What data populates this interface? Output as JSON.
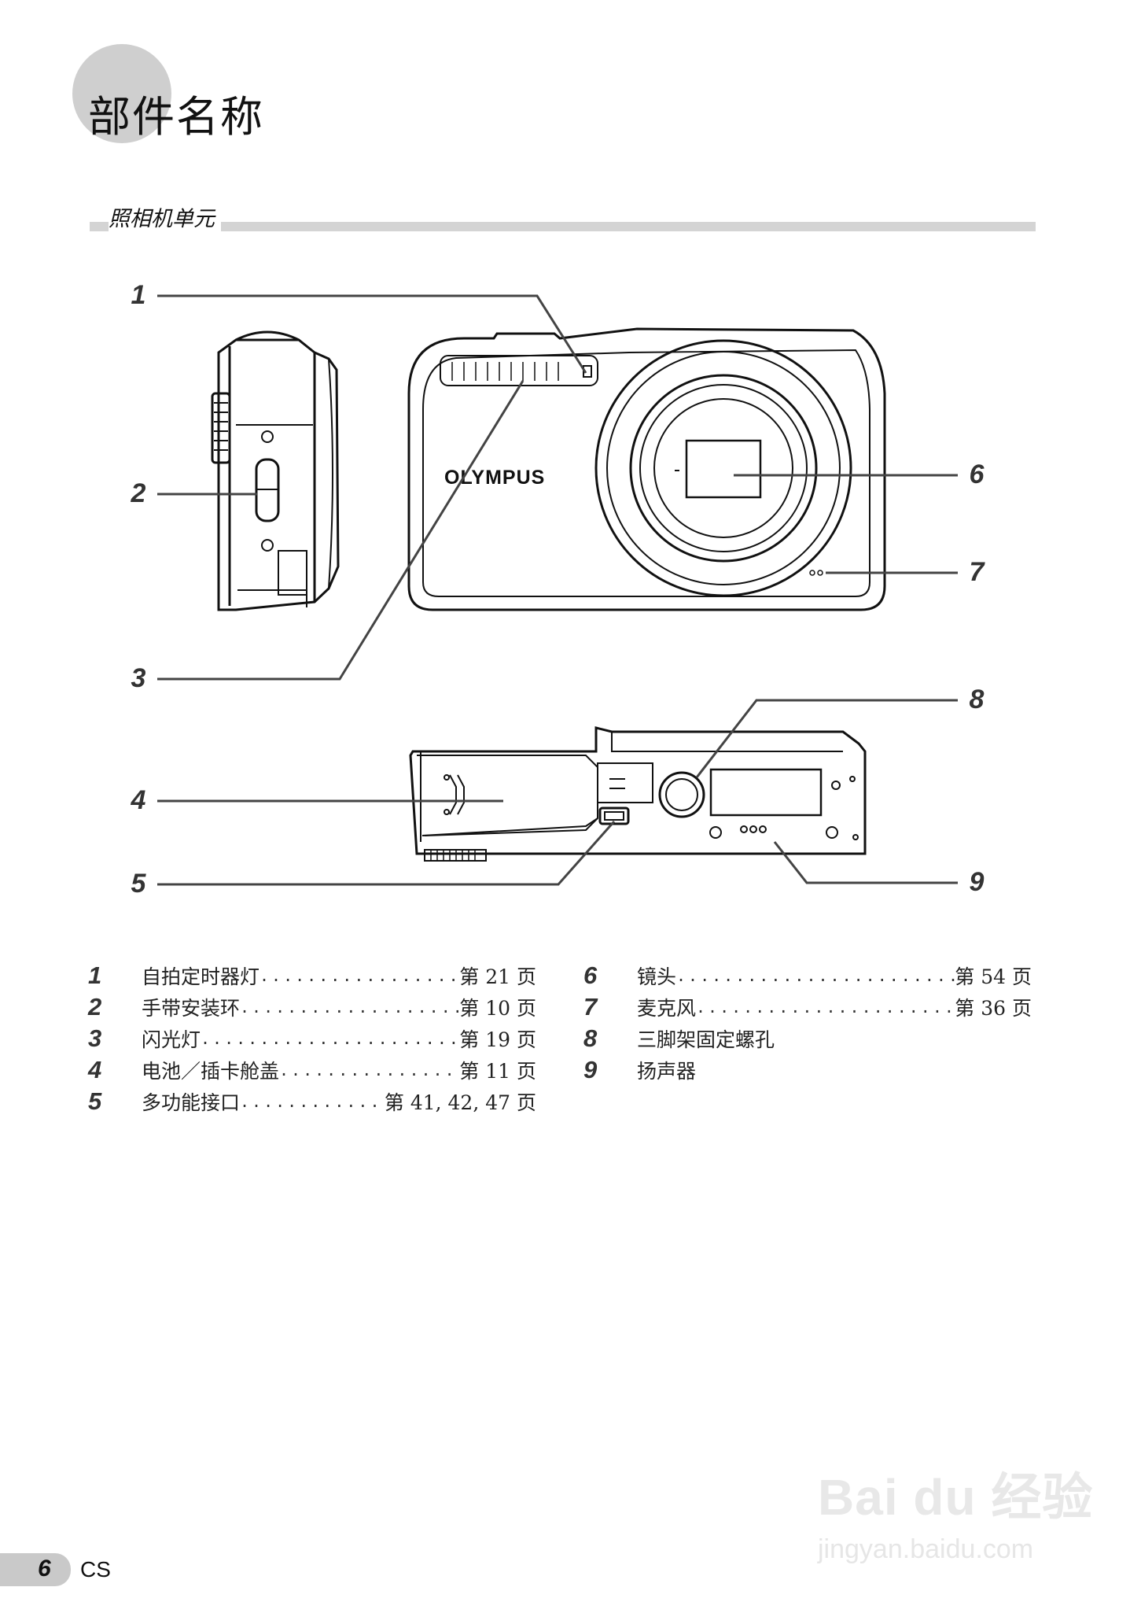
{
  "page_title": "部件名称",
  "section_title": "照相机单元",
  "callouts": [
    "1",
    "2",
    "3",
    "4",
    "5",
    "6",
    "7",
    "8",
    "9"
  ],
  "camera_brand": "OLYMPUS",
  "legend": [
    {
      "num": "1",
      "label": "自拍定时器灯",
      "ref": "第 21 页"
    },
    {
      "num": "2",
      "label": "手带安装环",
      "ref": "第 10 页"
    },
    {
      "num": "3",
      "label": "闪光灯",
      "ref": "第 19 页"
    },
    {
      "num": "4",
      "label": "电池／插卡舱盖",
      "ref": "第 11 页"
    },
    {
      "num": "5",
      "label": "多功能接口",
      "ref": "第 41, 42, 47 页"
    },
    {
      "num": "6",
      "label": "镜头",
      "ref": "第 54 页"
    },
    {
      "num": "7",
      "label": "麦克风",
      "ref": "第 36 页"
    },
    {
      "num": "8",
      "label": "三脚架固定螺孔",
      "ref": ""
    },
    {
      "num": "9",
      "label": "扬声器",
      "ref": ""
    }
  ],
  "footer": {
    "page_number": "6",
    "language": "CS"
  },
  "watermark": {
    "logo": "Bai du 经验",
    "url": "jingyan.baidu.com"
  }
}
